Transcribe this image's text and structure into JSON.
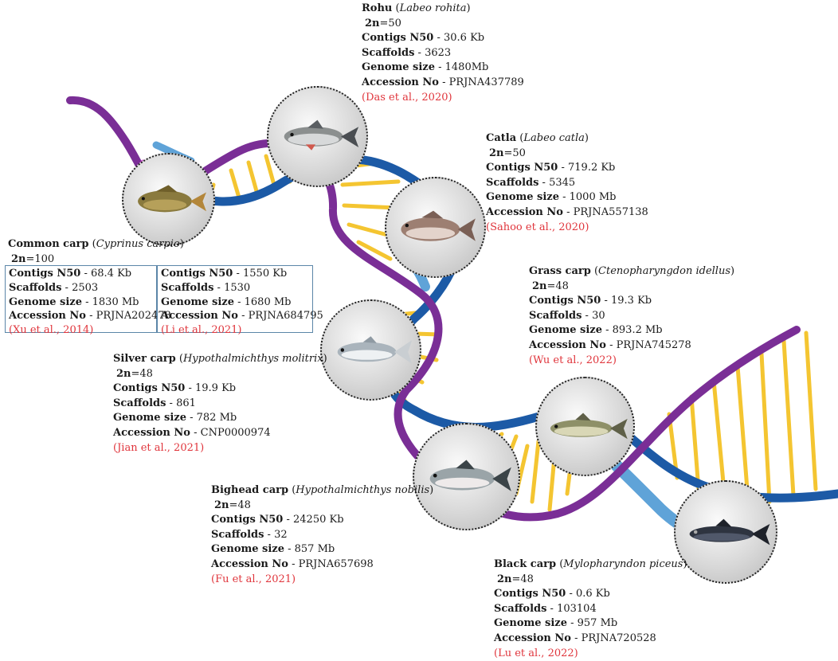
{
  "species": [
    {
      "id": "rohu",
      "common": "Rohu",
      "sci": "Labeo rohita",
      "chrom_label": "2n",
      "chrom_value": "=50",
      "n50": "30.6 Kb",
      "scaffolds": "3623",
      "genome": "1480Mb",
      "accession": "PRJNA437789",
      "citation": "(Das et al., 2020)"
    },
    {
      "id": "catla",
      "common": "Catla",
      "sci": "Labeo catla",
      "chrom_label": "2n",
      "chrom_value": "=50",
      "n50": "719.2 Kb",
      "scaffolds": "5345",
      "genome": "1000 Mb",
      "accession": "PRJNA557138",
      "citation": "(Sahoo et al., 2020)"
    },
    {
      "id": "grass",
      "common": "Grass carp",
      "sci": "Ctenopharyngdon idellus",
      "chrom_label": "2n",
      "chrom_value": "=48",
      "n50": "19.3 Kb",
      "scaffolds": "30",
      "genome": "893.2 Mb",
      "accession": "PRJNA745278",
      "citation": "(Wu et al., 2022)"
    },
    {
      "id": "silver",
      "common": "Silver carp",
      "sci": "Hypothalmichthys molitrix",
      "chrom_label": "2n",
      "chrom_value": "=48",
      "n50": "19.9 Kb",
      "scaffolds": "861",
      "genome": "782 Mb",
      "accession": "CNP0000974",
      "citation": "(Jian et al., 2021)"
    },
    {
      "id": "bighead",
      "common": "Bighead carp",
      "sci": "Hypothalmichthys nobilis",
      "chrom_label": "2n",
      "chrom_value": "=48",
      "n50": "24250 Kb",
      "scaffolds": "32",
      "genome": "857 Mb",
      "accession": "PRJNA657698",
      "citation": "(Fu et al., 2021)"
    },
    {
      "id": "black",
      "common": "Black carp",
      "sci": "Mylopharyndon piceus",
      "chrom_label": "2n",
      "chrom_value": "=48",
      "n50": "0.6 Kb",
      "scaffolds": "103104",
      "genome": "957 Mb",
      "accession": "PRJNA720528",
      "citation": "(Lu et al., 2022)"
    }
  ],
  "common_carp": {
    "common": "Common carp",
    "sci": "Cyprinus carpio",
    "chrom_label": "2n",
    "chrom_value": "=100",
    "assemblies": [
      {
        "n50": "68.4 Kb",
        "scaffolds": "2503",
        "genome": "1830 Mb",
        "accession": "PRJNA202478",
        "citation": "(Xu et al., 2014)"
      },
      {
        "n50": "1550 Kb",
        "scaffolds": "1530",
        "genome": "1680 Mb",
        "accession": "PRJNA684795",
        "citation": "(Li et al., 2021)"
      }
    ]
  },
  "field_labels": {
    "n50": "Contigs N50",
    "scaffolds": "Scaffolds",
    "genome": "Genome size",
    "accession": "Accession No",
    "sep": " - "
  },
  "colors": {
    "purple_strand": "#7a2e96",
    "blue_strand": "#1c5aa6",
    "light_blue_strand": "#5fa3d8",
    "rung": "#f4c531",
    "citation": "#e0353c",
    "box_border": "#5b86a8"
  },
  "icons": [
    "rohu-fish-icon",
    "catla-fish-icon",
    "common-carp-fish-icon",
    "silver-carp-fish-icon",
    "grass-carp-fish-icon",
    "bighead-carp-fish-icon",
    "black-carp-fish-icon"
  ]
}
